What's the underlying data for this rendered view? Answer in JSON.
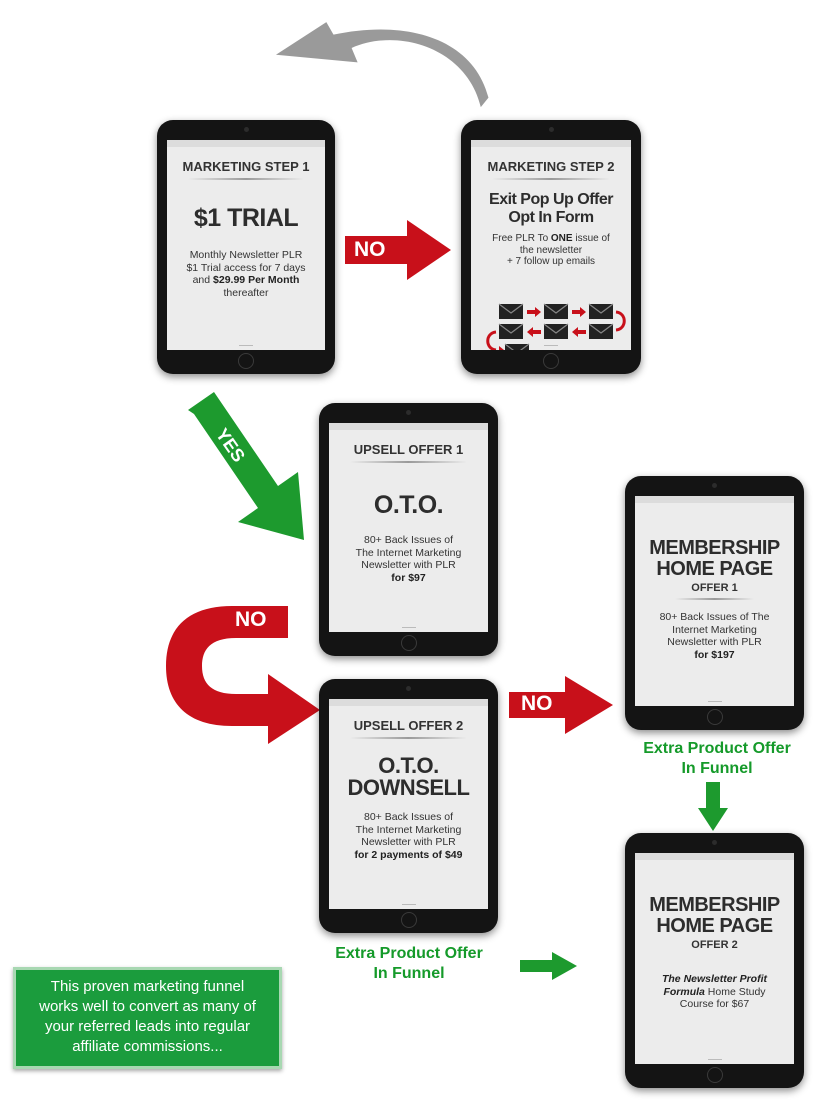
{
  "step1": {
    "title": "MARKETING STEP 1",
    "headline": "$1 TRIAL",
    "line1": "Monthly Newsletter PLR",
    "line2": "$1 Trial access for 7 days",
    "line3_pre": "and ",
    "line3_bold": "$29.99 Per Month",
    "line4": "thereafter"
  },
  "step2": {
    "title": "MARKETING STEP 2",
    "headline1": "Exit Pop Up Offer",
    "headline2": "Opt In Form",
    "line1_pre": "Free PLR To ",
    "line1_bold": "ONE",
    "line1_post": " issue of",
    "line2": "the newsletter",
    "line3": "+ 7 follow up emails"
  },
  "upsell1": {
    "title": "UPSELL OFFER 1",
    "headline": "O.T.O.",
    "line1": "80+ Back Issues of",
    "line2": "The Internet Marketing",
    "line3": "Newsletter with PLR",
    "line4": "for $97"
  },
  "upsell2": {
    "title": "UPSELL OFFER 2",
    "headline1": "O.T.O.",
    "headline2": "DOWNSELL",
    "line1": "80+ Back Issues of",
    "line2": "The Internet Marketing",
    "line3": "Newsletter with PLR",
    "line4": "for 2 payments of $49"
  },
  "member1": {
    "headline1": "MEMBERSHIP",
    "headline2": "HOME PAGE",
    "subtitle": "OFFER 1",
    "line1": "80+ Back Issues of The",
    "line2": "Internet Marketing",
    "line3": "Newsletter with PLR",
    "line4": "for $197"
  },
  "member2": {
    "headline1": "MEMBERSHIP",
    "headline2": "HOME PAGE",
    "subtitle": "OFFER 2",
    "line1": "The Newsletter Profit",
    "line2_italic": "Formula",
    "line2_post": " Home Study",
    "line3": "Course for $67"
  },
  "arrows": {
    "no_1": "NO",
    "yes": "YES",
    "no_2": "NO",
    "no_3": "NO"
  },
  "extra_offer_1": {
    "line1": "Extra Product Offer",
    "line2": "In Funnel"
  },
  "extra_offer_2": {
    "line1": "Extra Product Offer",
    "line2": "In Funnel"
  },
  "info_box": {
    "line1": "This proven marketing funnel",
    "line2": "works well to convert as many of",
    "line3": "your referred leads into regular",
    "line4": "affiliate commissions..."
  },
  "colors": {
    "red": "#c8101a",
    "green": "#1d9a2e",
    "grey_arrow": "#9a9a9a"
  },
  "icons": [
    "envelope-icon",
    "curved-return-arrow-icon",
    "right-arrow-icon",
    "down-arrow-icon"
  ]
}
